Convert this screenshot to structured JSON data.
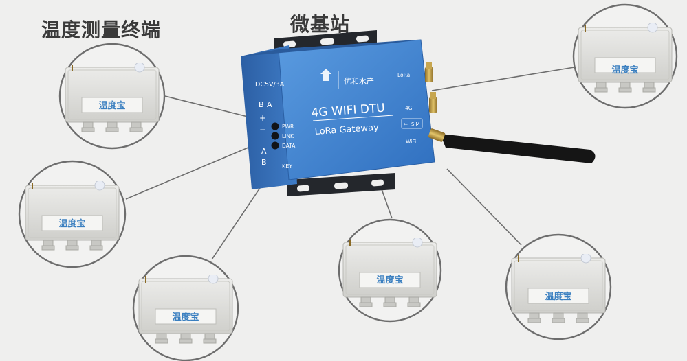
{
  "titles": {
    "terminal": "温度测量终端",
    "base_station": "微基站"
  },
  "gateway": {
    "power_label": "DC5V/3A",
    "port_labels": {
      "a1": "A",
      "b1": "B",
      "plus": "+",
      "minus": "−",
      "a2": "A",
      "b2": "B",
      "key": "KEY"
    },
    "leds": [
      "PWR",
      "LINK",
      "DATA"
    ],
    "brand_small": "优和水产",
    "logo_text": "优和水产",
    "model": "4G WIFI DTU",
    "subtitle": "LoRa Gateway",
    "right_labels": {
      "lora": "LoRa",
      "g4": "4G",
      "sim": "SIM",
      "wifi": "WiFi"
    },
    "body_color": "#3d7fcf",
    "bracket_color": "#24272c"
  },
  "sensors": [
    {
      "label": "温度宝"
    },
    {
      "label": "温度宝"
    },
    {
      "label": "温度宝"
    },
    {
      "label": "温度宝"
    },
    {
      "label": "温度宝"
    },
    {
      "label": "温度宝"
    }
  ],
  "colors": {
    "background": "#efefee",
    "circle_stroke": "#6d6d6d",
    "link_line": "#6d6d6d",
    "sensor_label_text": "#3a7fc0",
    "sensor_body": "#dededb"
  }
}
